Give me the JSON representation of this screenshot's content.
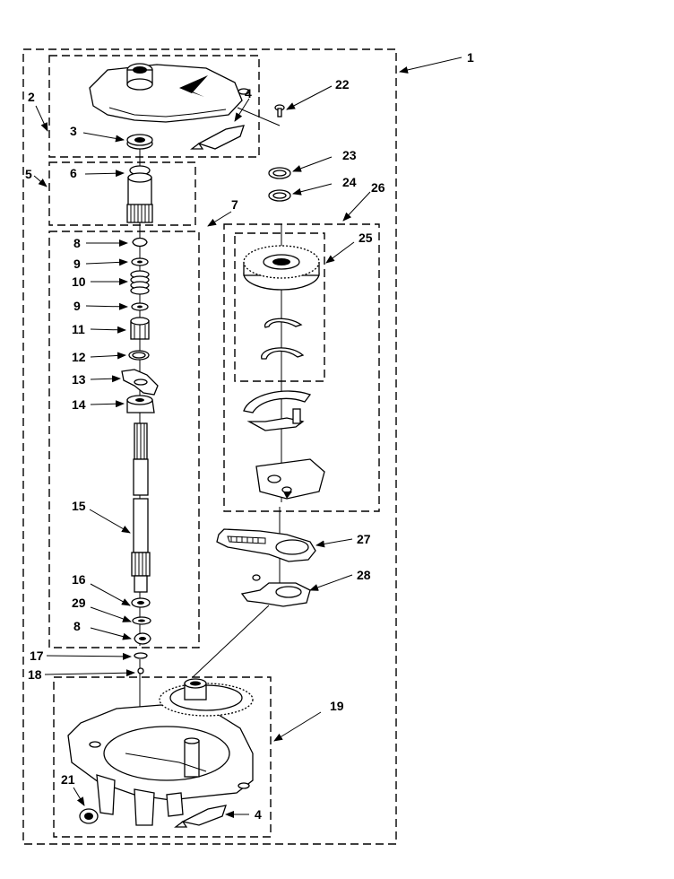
{
  "callouts": {
    "c1": "1",
    "c2": "2",
    "c3": "3",
    "c4a": "4",
    "c4b": "4",
    "c5": "5",
    "c6": "6",
    "c7": "7",
    "c8a": "8",
    "c8b": "8",
    "c9a": "9",
    "c9b": "9",
    "c10": "10",
    "c11": "11",
    "c12": "12",
    "c13": "13",
    "c14": "14",
    "c15": "15",
    "c16": "16",
    "c17": "17",
    "c18": "18",
    "c19": "19",
    "c21": "21",
    "c22": "22",
    "c23": "23",
    "c24": "24",
    "c25": "25",
    "c26": "26",
    "c27": "27",
    "c28": "28",
    "c29": "29"
  }
}
